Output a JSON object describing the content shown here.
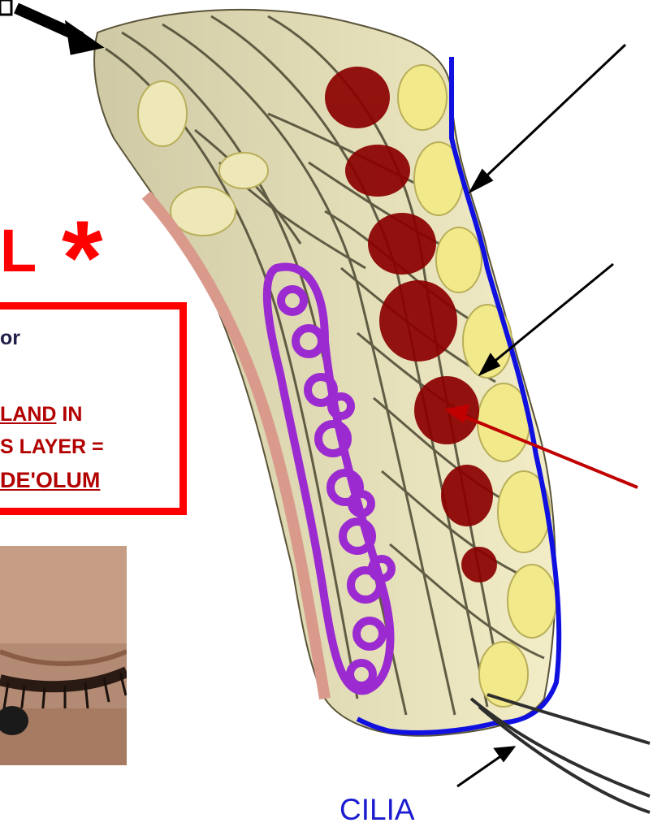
{
  "labels": {
    "title_fragment": "L",
    "asterisk": "*",
    "cilia": "CILIA"
  },
  "red_box": {
    "line1": "or",
    "line2_underlined": "LAND",
    "line2_rest": " IN",
    "line3": "S LAYER =",
    "line4": "DE'OLUM"
  },
  "colors": {
    "accent_red": "#ff0000",
    "gland_dark_red": "#8b0000",
    "lacrimal_purple": "#9b2bd0",
    "outline_blue": "#1010e0",
    "cilia_label_blue": "#1b1bd0",
    "fat_yellow": "#f2ea8a"
  },
  "icons": {
    "pointer_arrows": "arrow-icon"
  }
}
